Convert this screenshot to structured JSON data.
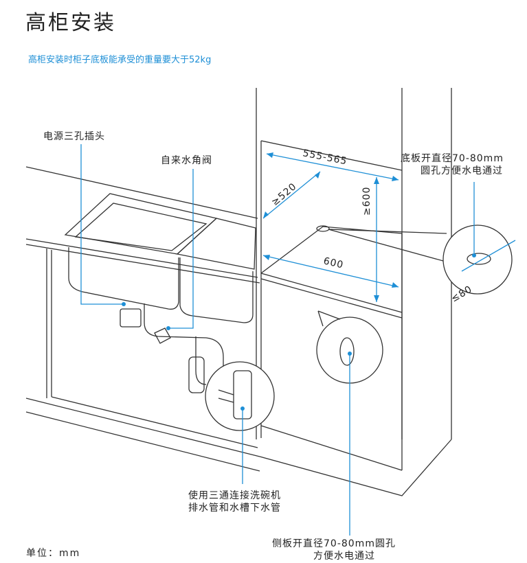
{
  "page": {
    "title": "高柜安装",
    "subtitle": "高柜安装时柜子底板能承受的重量要大于52kg"
  },
  "callouts": {
    "power_socket": "电源三孔插头",
    "angle_valve": "自来水角阀",
    "bottom_hole_line1": "底板开直径70-80mm",
    "bottom_hole_line2": "圆孔方便水电通过",
    "tee_line1": "使用三通连接洗碗机",
    "tee_line2": "排水管和水槽下水管",
    "side_hole_line1": "侧板开直径70-80mm圆孔",
    "side_hole_line2": "方便水电通过"
  },
  "dimensions": {
    "width": "555-565",
    "depth": "≥520",
    "height": "≥600",
    "inner_width": "600",
    "hole_diameter": "≤80"
  },
  "footer": {
    "unit": "单位：mm"
  },
  "colors": {
    "accent": "#1e8fd6",
    "line": "#333333"
  }
}
